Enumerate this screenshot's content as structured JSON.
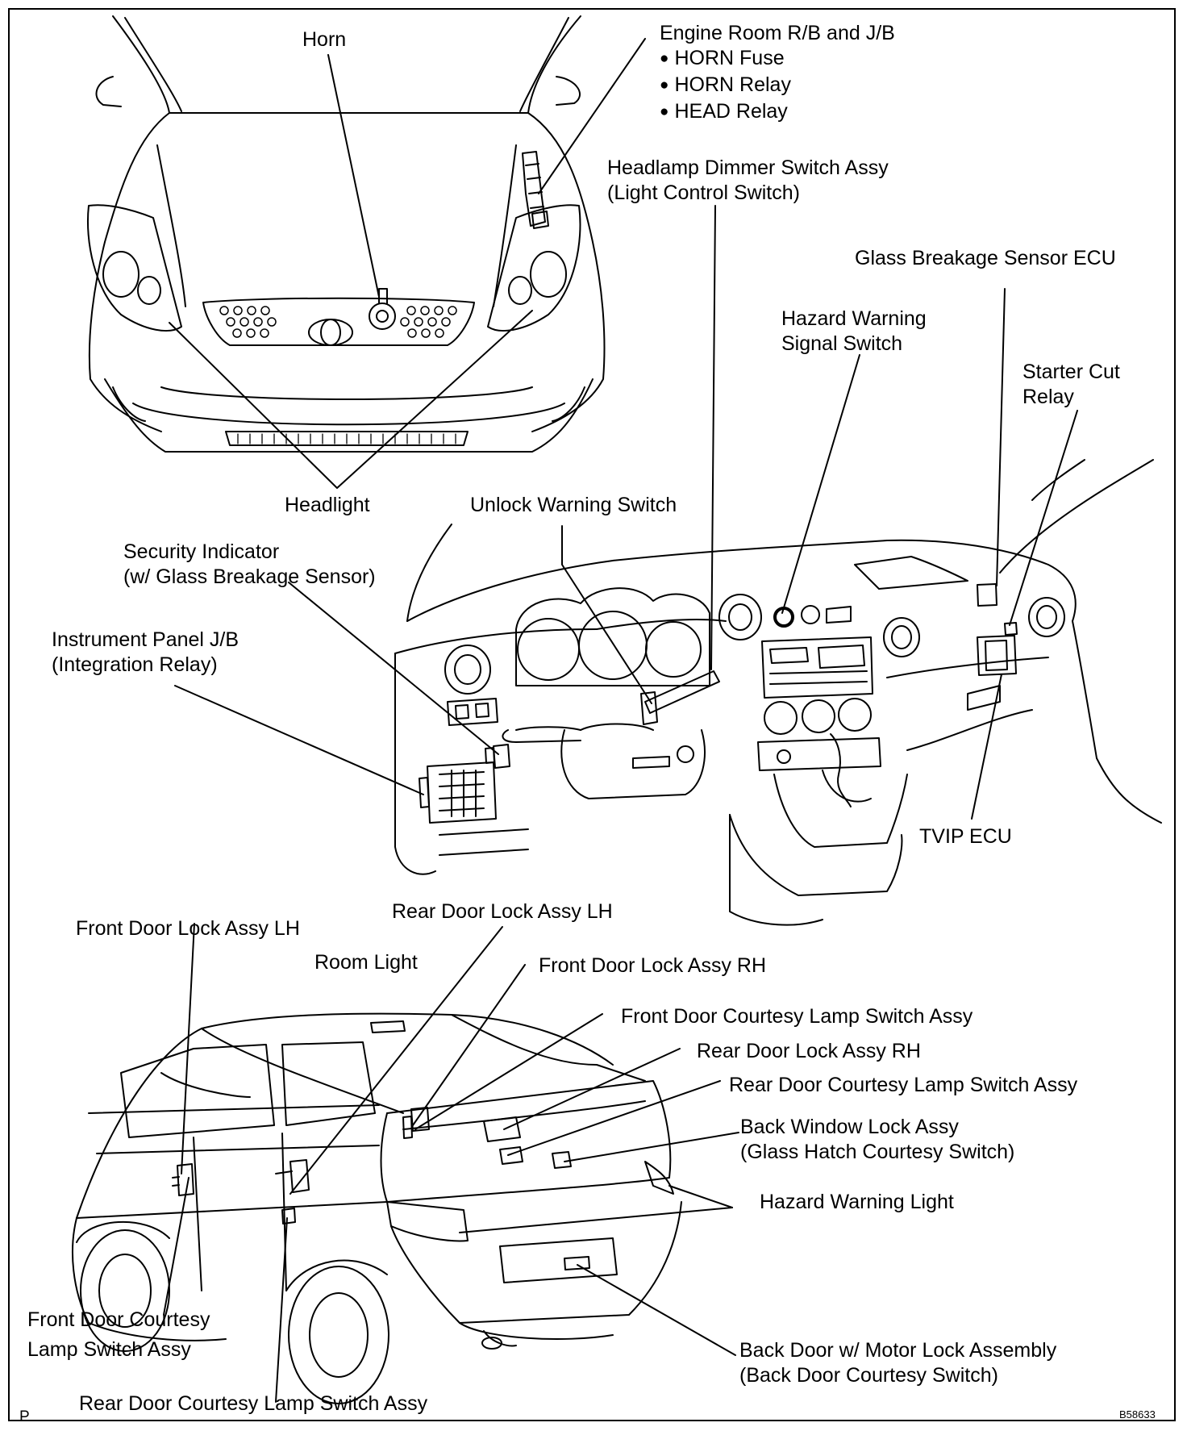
{
  "labels": {
    "horn": "Horn",
    "engine_room": {
      "title": "Engine Room R/B and J/B",
      "items": [
        "HORN Fuse",
        "HORN Relay",
        "HEAD Relay"
      ]
    },
    "headlamp_dimmer": [
      "Headlamp Dimmer Switch Assy",
      "(Light Control Switch)"
    ],
    "glass_breakage_ecu": "Glass Breakage Sensor ECU",
    "hazard_warning_switch": [
      "Hazard Warning",
      "Signal Switch"
    ],
    "starter_cut_relay": [
      "Starter Cut",
      "Relay"
    ],
    "headlight": "Headlight",
    "unlock_warning_switch": "Unlock Warning Switch",
    "security_indicator": [
      "Security Indicator",
      "(w/ Glass Breakage Sensor)"
    ],
    "instrument_panel_jb": [
      "Instrument Panel J/B",
      "(Integration Relay)"
    ],
    "tvip_ecu": "TVIP ECU",
    "rear_door_lock_lh": "Rear Door Lock Assy LH",
    "front_door_lock_lh": "Front Door Lock Assy LH",
    "room_light": "Room Light",
    "front_door_lock_rh": "Front Door Lock Assy RH",
    "front_door_courtesy_switch": "Front Door Courtesy Lamp Switch Assy",
    "rear_door_lock_rh": "Rear Door Lock Assy RH",
    "rear_door_courtesy_switch": "Rear Door Courtesy Lamp Switch Assy",
    "back_window_lock": [
      "Back Window Lock Assy",
      "(Glass Hatch Courtesy Switch)"
    ],
    "hazard_warning_light": "Hazard Warning Light",
    "front_door_courtesy_lh": [
      "Front Door Courtesy",
      "Lamp Switch Assy"
    ],
    "back_door_motor_lock": [
      "Back Door w/ Motor Lock Assembly",
      "(Back Door Courtesy Switch)"
    ],
    "rear_door_courtesy_lh": "Rear Door Courtesy Lamp Switch Assy"
  },
  "footer": {
    "corner_mark": "P",
    "figure_code": "B58633"
  },
  "colors": {
    "line": "#000000",
    "background": "#ffffff"
  }
}
